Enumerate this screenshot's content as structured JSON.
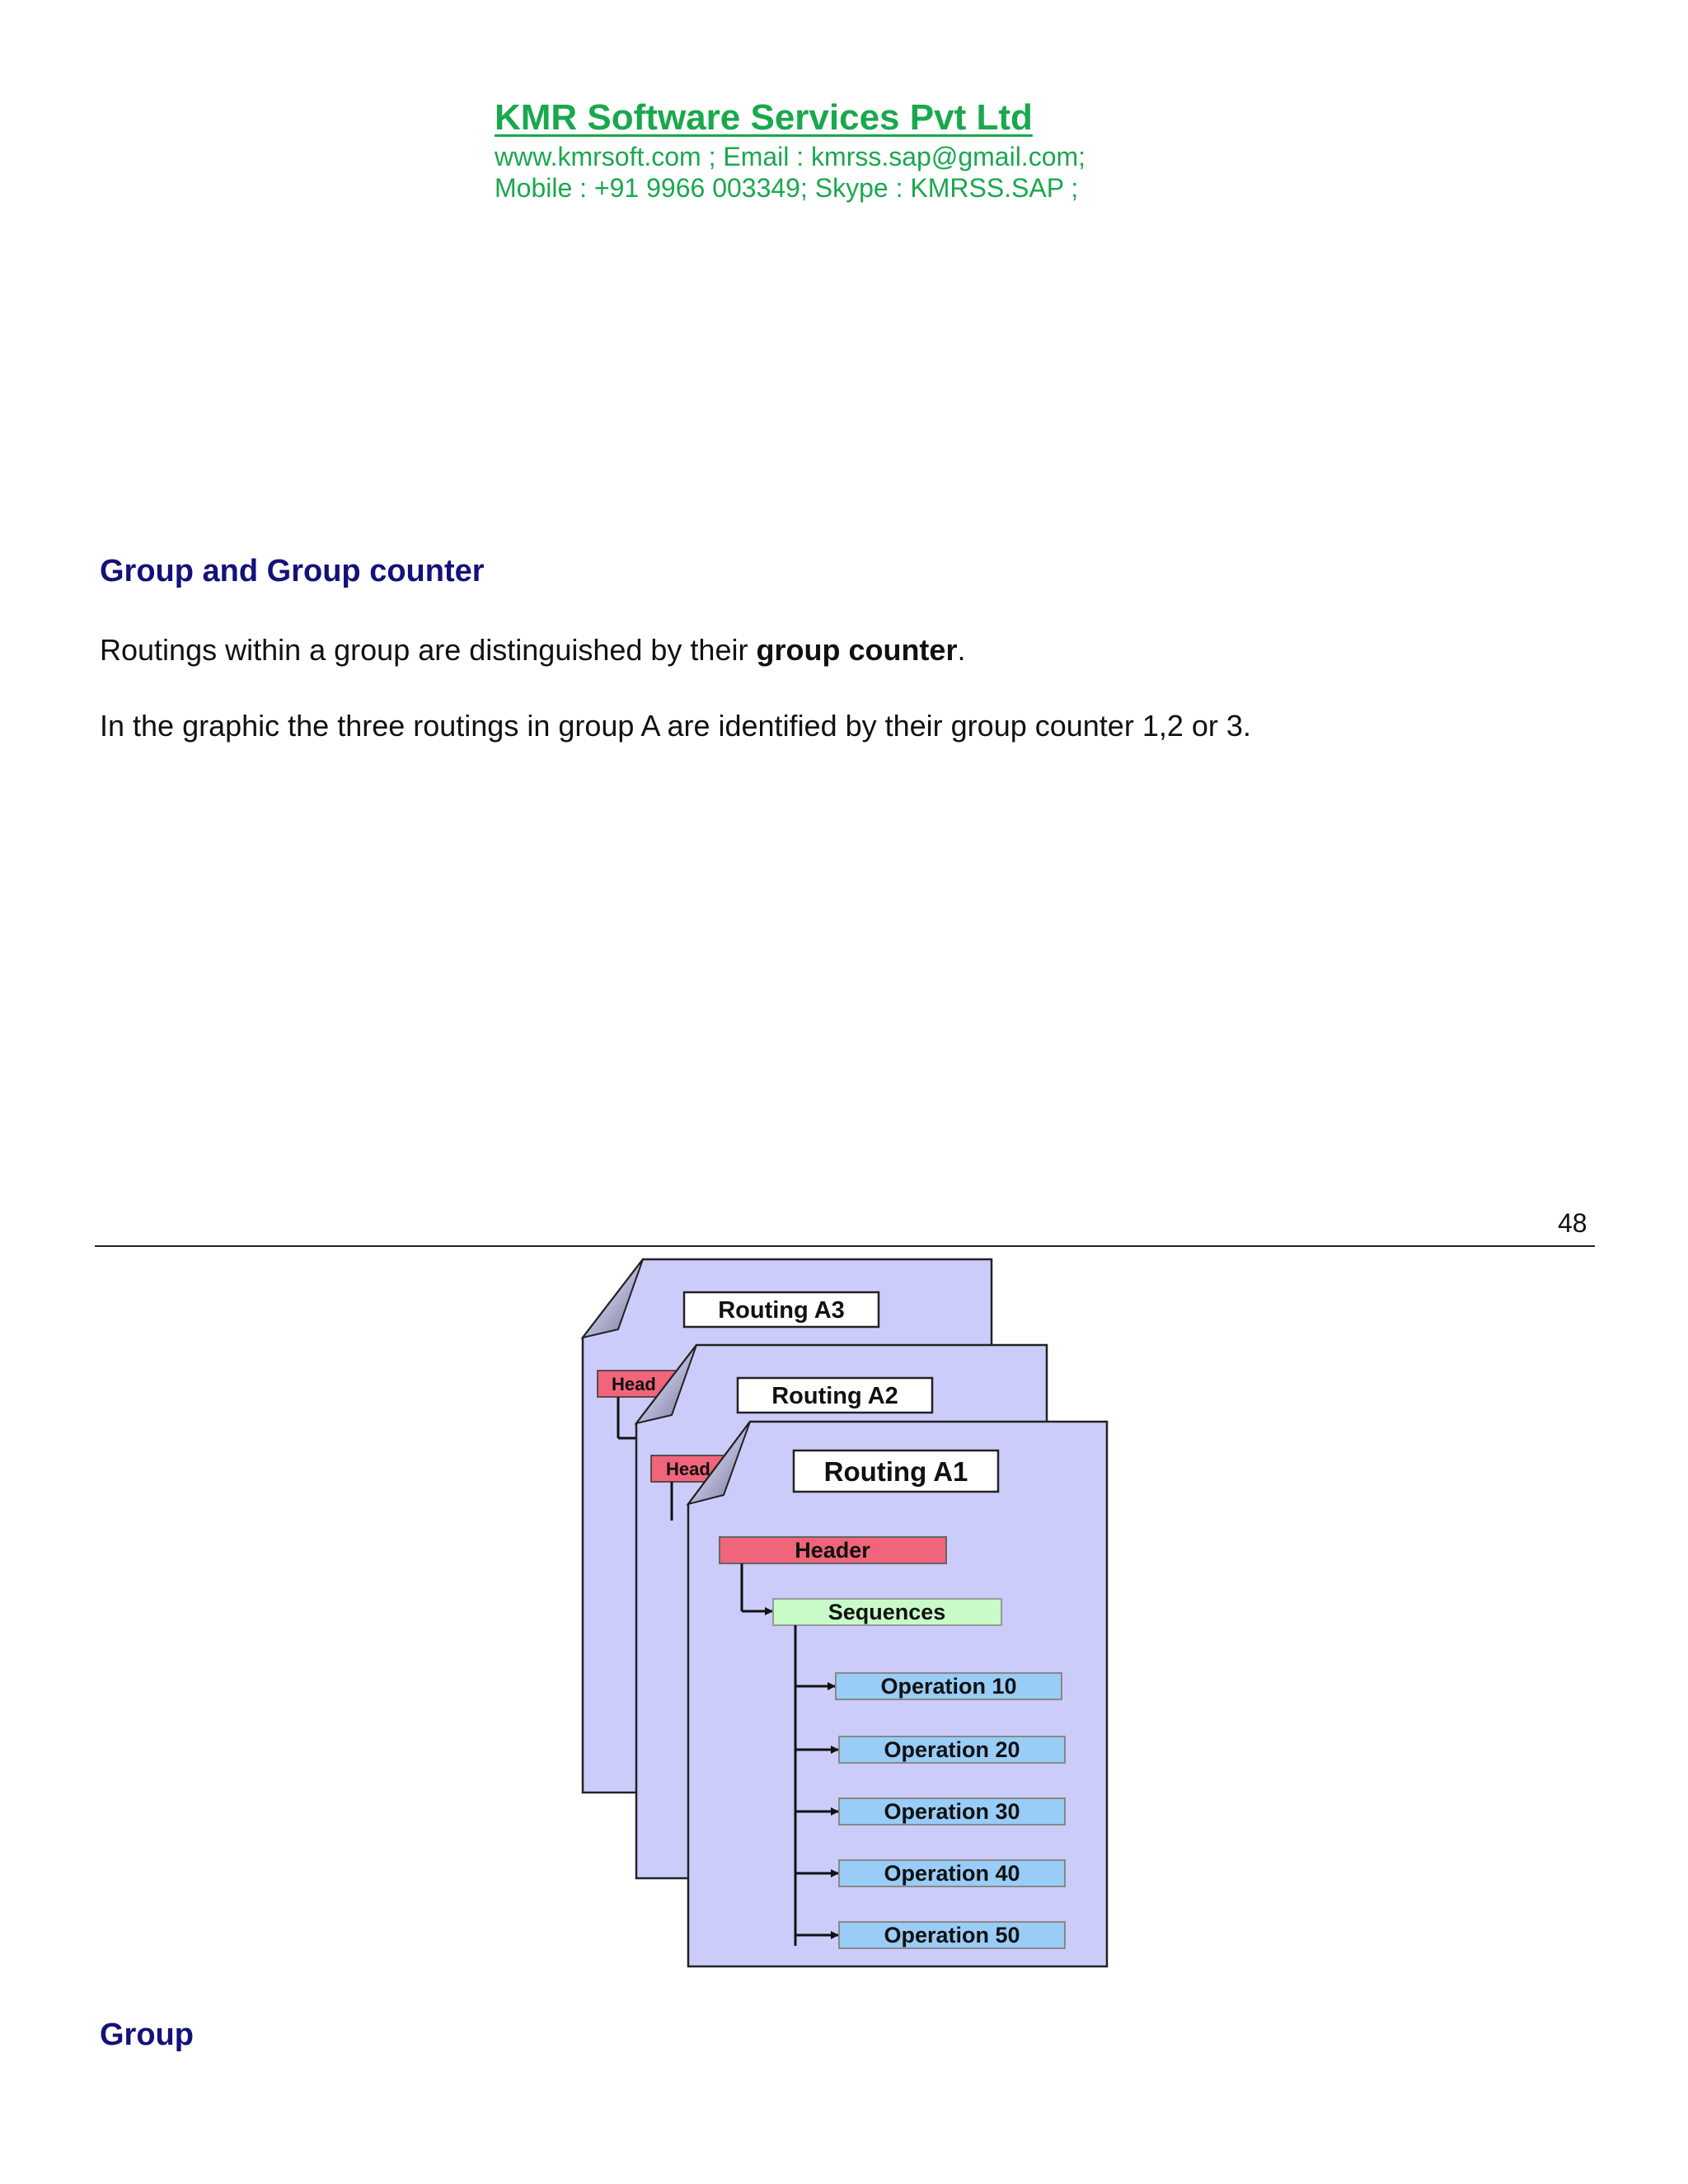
{
  "letterhead": {
    "company": "KMR Software Services Pvt Ltd",
    "contact_line1": "www.kmrsoft.com ; Email : kmrss.sap@gmail.com;",
    "contact_line2": "Mobile : +91 9966 003349; Skype : KMRSS.SAP ;"
  },
  "section1": {
    "heading": "Group and Group counter",
    "para1_pre": "Routings within a group are distinguished by their ",
    "para1_bold": "group counter",
    "para1_post": ".",
    "para2": "In the graphic the three routings in group A are identified by their group counter 1,2 or 3."
  },
  "page_number": "48",
  "diagram": {
    "routing_a3": "Routing A3",
    "routing_a2": "Routing A2",
    "routing_a1": "Routing A1",
    "header_a3_partial": "Head",
    "header_a2_partial": "Head",
    "header": "Header",
    "sequences": "Sequences",
    "operations": [
      "Operation 10",
      "Operation 20",
      "Operation 30",
      "Operation 40",
      "Operation 50"
    ],
    "colors": {
      "page": "#ccccfa",
      "header": "#f0657a",
      "sequences": "#c8fbc8",
      "operation": "#99ccf7"
    }
  },
  "section2": {
    "heading": "Group"
  }
}
